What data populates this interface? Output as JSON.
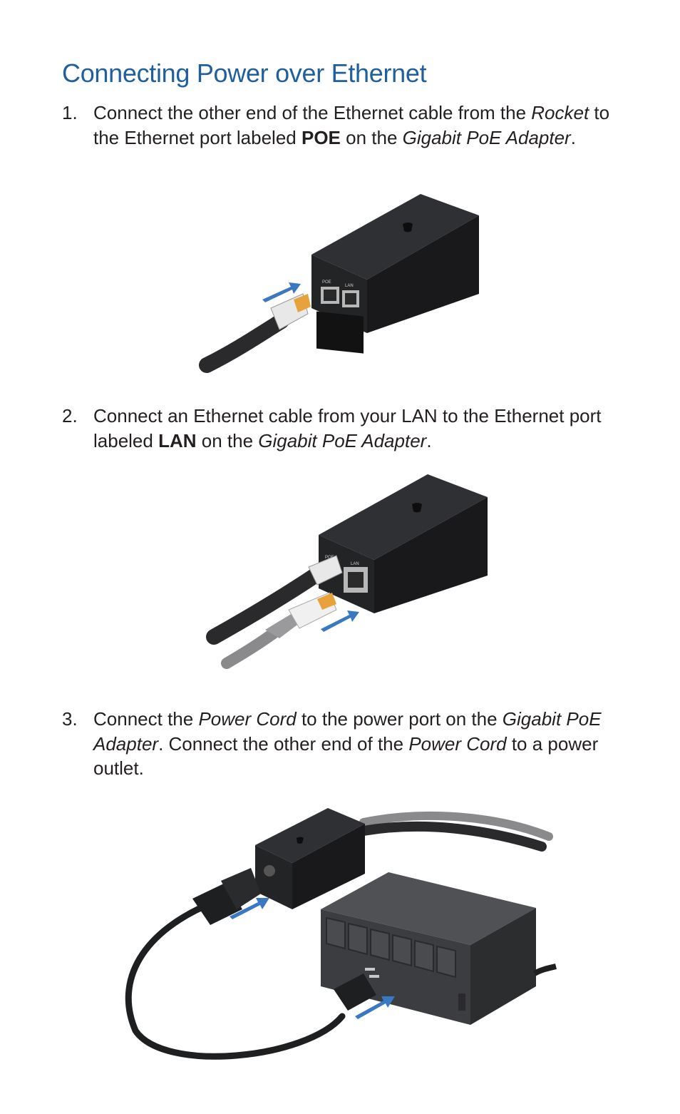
{
  "heading": "Connecting Power over Ethernet",
  "steps": [
    {
      "number": "1.",
      "t1": "Connect the other end of the Ethernet cable from the ",
      "i1": "Rocket",
      "t2": " to the Ethernet port labeled ",
      "b1": "POE",
      "t3": " on the ",
      "i2": "Gigabit PoE Adapter",
      "t4": "."
    },
    {
      "number": "2.",
      "t1": "Connect an Ethernet cable from your LAN to the Ethernet port labeled ",
      "b1": "LAN",
      "t2": " on the ",
      "i1": "Gigabit PoE Adapter",
      "t3": "."
    },
    {
      "number": "3.",
      "t1": "Connect the ",
      "i1": "Power Cord",
      "t2": " to the power port on the ",
      "i2": "Gigabit PoE Adapter",
      "t3": ". Connect the other end of the ",
      "i3": "Power Cord",
      "t4": " to a power outlet."
    }
  ],
  "port_labels": {
    "poe": "POE",
    "lan": "LAN"
  },
  "colors": {
    "heading": "#1f5f9e",
    "arrow": "#3a78c2",
    "device": "#1e1f21"
  }
}
